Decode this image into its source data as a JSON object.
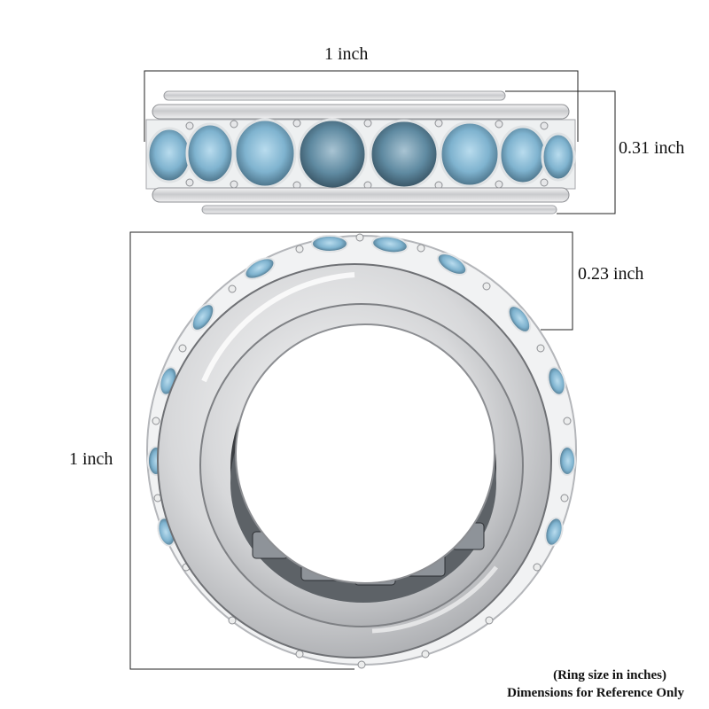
{
  "dimensions": {
    "top_width": "1 inch",
    "band_height": "0.31 inch",
    "band_width": "0.23 inch",
    "ring_diameter": "1 inch"
  },
  "footnote": {
    "line1": "(Ring size in inches)",
    "line2": "Dimensions for Reference Only"
  },
  "colors": {
    "metal": "#d9dadc",
    "metal_dark": "#8c8e92",
    "stone": "#7fb3cf",
    "stone_dark": "#4a6f86",
    "line": "#222222"
  }
}
